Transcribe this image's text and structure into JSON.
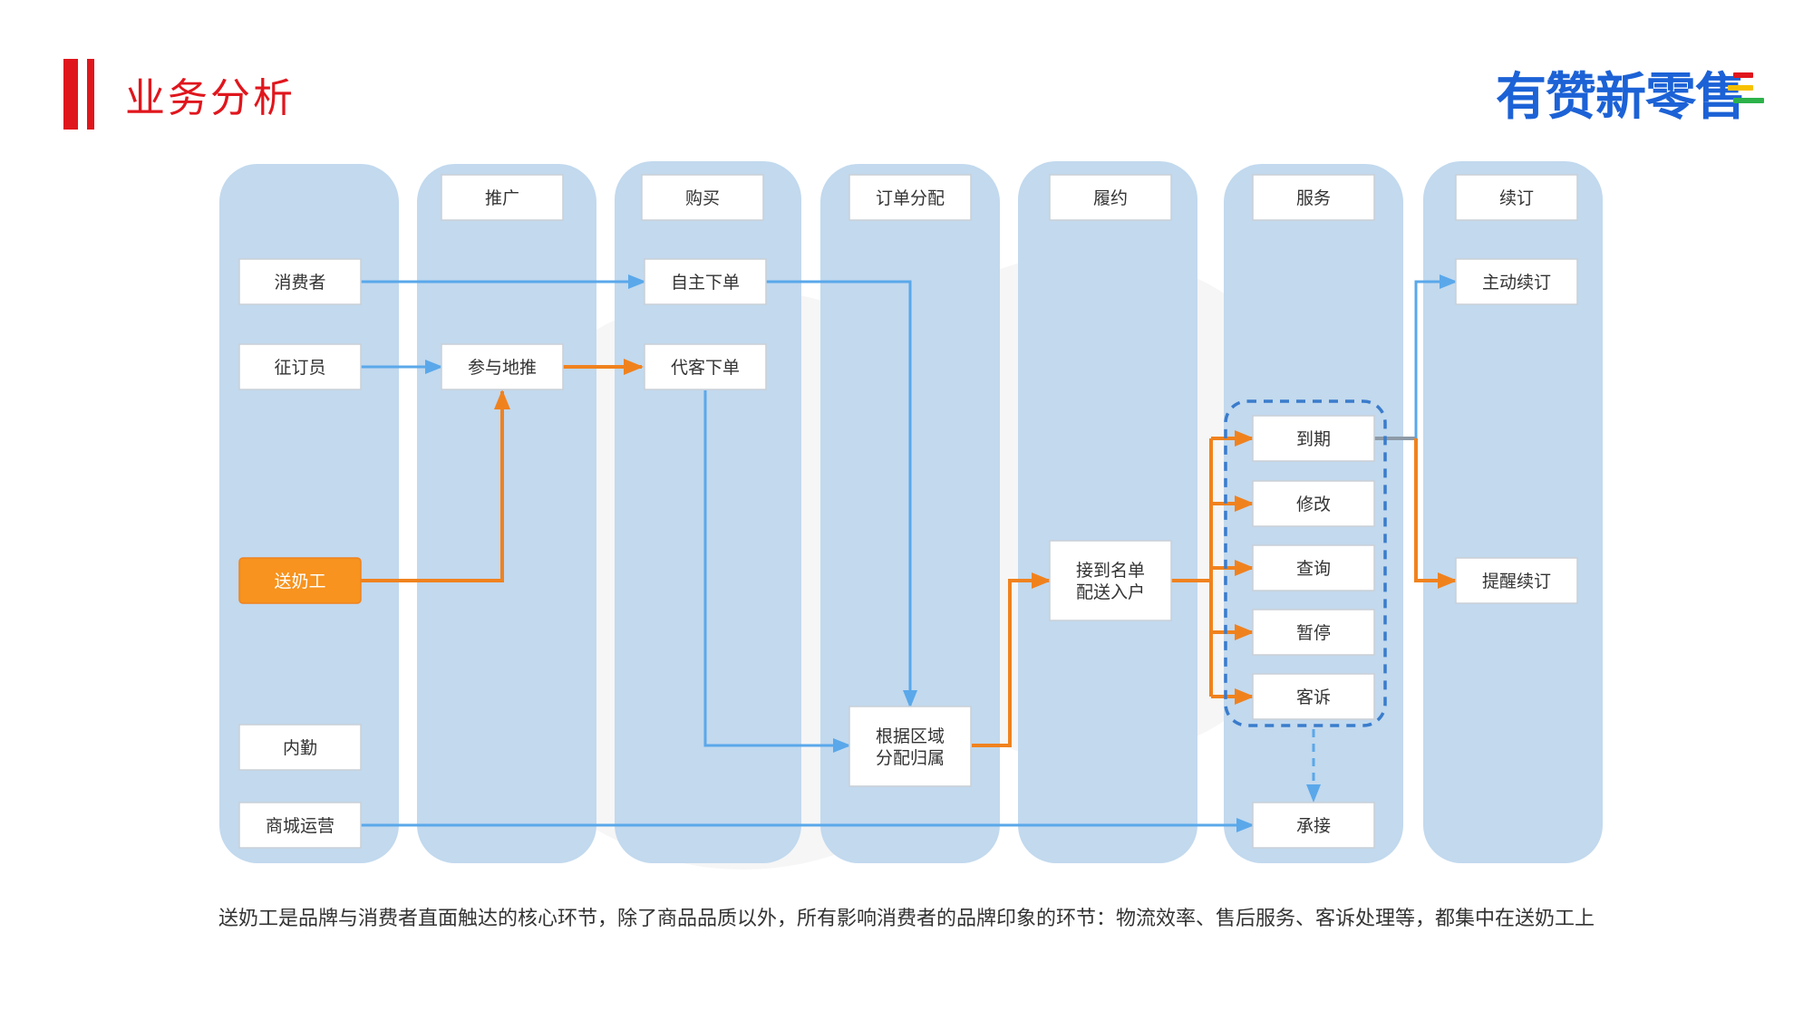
{
  "header": {
    "title": "业务分析",
    "logo_text": "有赞新零售",
    "logo_bar_colors": [
      "#e0161d",
      "#f7c000",
      "#2db24a"
    ]
  },
  "colors": {
    "lane": "#c2d9ee",
    "box_fill": "#ffffff",
    "box_stroke": "#c9cfd6",
    "blue_arrow": "#5aa8ea",
    "orange_arrow": "#f0821e",
    "orange_box": "#f7931e",
    "dashed_group": "#3a7ccc"
  },
  "lanes": {
    "headers": [
      "推广",
      "购买",
      "订单分配",
      "履约",
      "服务",
      "续订"
    ]
  },
  "nodes": {
    "consumer": "消费者",
    "subscriber": "征订员",
    "milkman": "送奶工",
    "office": "内勤",
    "mall_ops": "商城运营",
    "ground_promo": "参与地推",
    "self_order": "自主下单",
    "proxy_order": "代客下单",
    "assign_region": [
      "根据区域",
      "分配归属"
    ],
    "receive_list": [
      "接到名单",
      "配送入户"
    ],
    "expire": "到期",
    "modify": "修改",
    "query": "查询",
    "pause": "暂停",
    "complaint": "客诉",
    "undertake": "承接",
    "active_renew": "主动续订",
    "remind_renew": "提醒续订"
  },
  "caption": "送奶工是品牌与消费者直面触达的核心环节，除了商品品质以外，所有影响消费者的品牌印象的环节：物流效率、售后服务、客诉处理等，都集中在送奶工上"
}
